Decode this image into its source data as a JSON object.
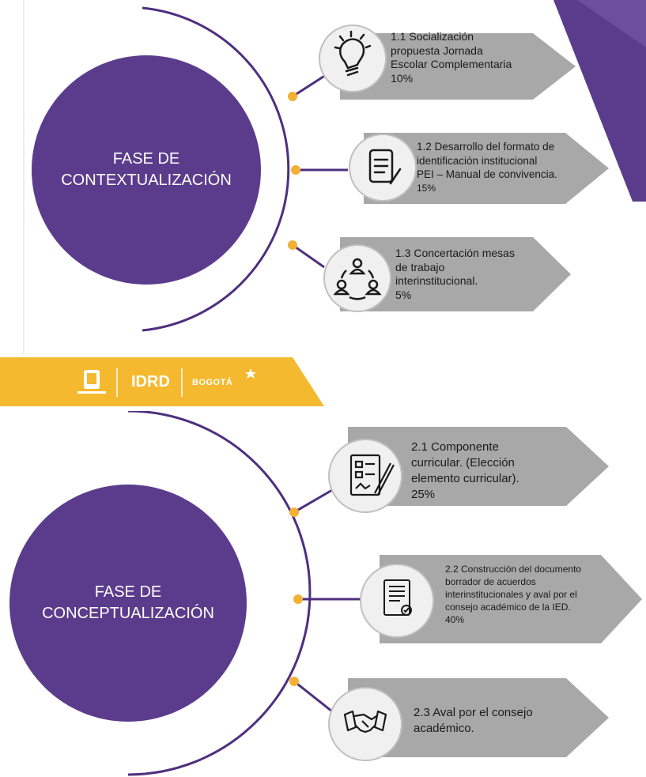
{
  "colors": {
    "phase_circle": "#5b3c8c",
    "arc": "#4e2f7f",
    "node_dot": "#f2b134",
    "arrow_fill": "#a8a8a8",
    "icon_disc": "#f0f0f0",
    "banner": "#f4b92e",
    "corner_accent": "#5b3c8c"
  },
  "phase1": {
    "title": "FASE DE\nCONTEXTUALIZACIÓN",
    "items": [
      {
        "icon": "lightbulb-icon",
        "lines": [
          "1.1 Socialización",
          "propuesta Jornada",
          "Escolar Complementaria",
          "10%"
        ]
      },
      {
        "icon": "document-edit-icon",
        "lines": [
          "1.2 Desarrollo del  formato de",
          "identificación institucional",
          "PEI – Manual de convivencia.",
          "15%"
        ]
      },
      {
        "icon": "team-network-icon",
        "lines": [
          "1.3 Concertación mesas",
          "de trabajo",
          "interinstitucional.",
          "5%"
        ]
      }
    ]
  },
  "banner": {
    "logos": [
      "coat-of-arms-logo",
      "idrd-logo",
      "bogota-logo"
    ],
    "idrd": "IDRD",
    "bogota": "BOGOTÁ"
  },
  "phase2": {
    "title": "FASE DE\nCONCEPTUALIZACIÓN",
    "items": [
      {
        "icon": "form-writing-icon",
        "lines": [
          "2.1 Componente",
          "curricular. (Elección",
          "elemento curricular).",
          "25%"
        ]
      },
      {
        "icon": "approved-document-icon",
        "lines": [
          "2.2 Construcción  del documento",
          "borrador de acuerdos",
          "interinstitucionales y aval por el",
          "consejo académico de la IED.",
          "40%"
        ]
      },
      {
        "icon": "handshake-icon",
        "lines": [
          "2.3 Aval por el consejo",
          "académico."
        ]
      }
    ]
  }
}
